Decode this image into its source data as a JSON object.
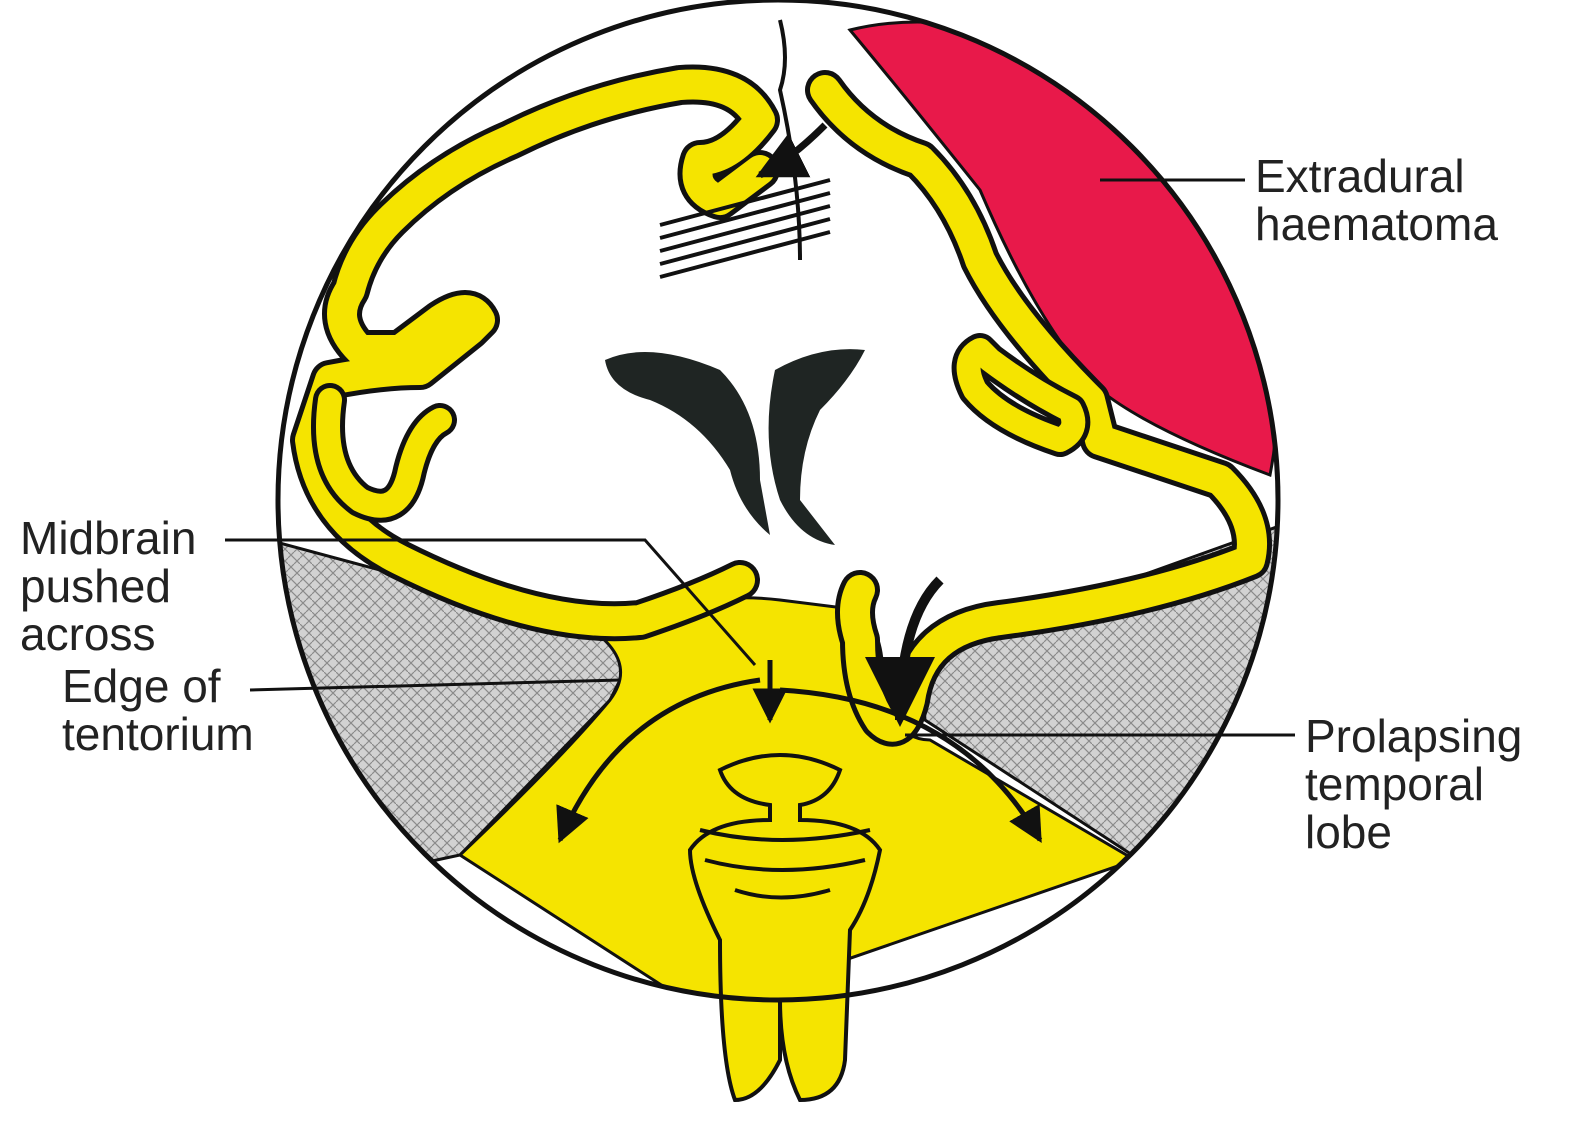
{
  "labels": {
    "extradural": [
      "Extradural",
      "haematoma"
    ],
    "midbrain": [
      "Midbrain",
      "pushed",
      "across"
    ],
    "tentorium": [
      "Edge of",
      "tentorium"
    ],
    "temporal": [
      "Prolapsing",
      "temporal",
      "lobe"
    ]
  },
  "colors": {
    "haematoma": "#e8194a",
    "brain_tissue": "#f5e400",
    "outline": "#111111",
    "ventricle": "#1f2523",
    "tentorium_fill": "#c8c8c8",
    "background": "#ffffff"
  }
}
